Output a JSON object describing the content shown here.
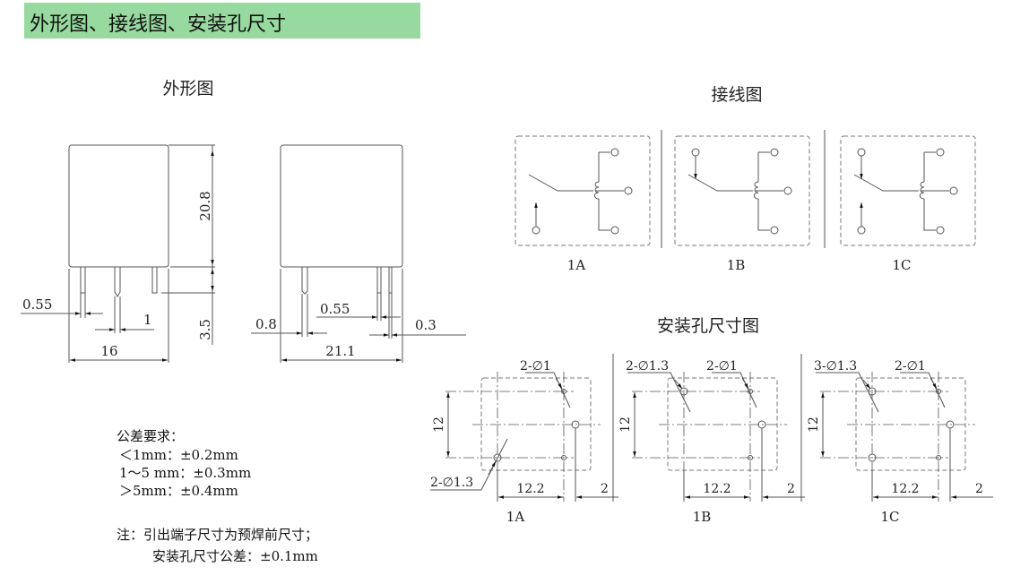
{
  "header": {
    "title": "外形图、接线图、安装孔尺寸",
    "background": "#98d9a0"
  },
  "outline": {
    "title": "外形图",
    "front": {
      "height": "20.8",
      "pin_length": "3.5",
      "pin_width": "0.55",
      "pin_gap": "1",
      "width": "16"
    },
    "side": {
      "pin_a": "0.8",
      "pin_width": "0.55",
      "pin_b": "0.3",
      "length": "21.1"
    }
  },
  "wiring": {
    "title": "接线图",
    "panels": [
      {
        "label": "1A"
      },
      {
        "label": "1B"
      },
      {
        "label": "1C"
      }
    ]
  },
  "holes": {
    "title": "安装孔尺寸图",
    "panels": [
      {
        "label": "1A",
        "callout_a": "2-∅1",
        "callout_b": "2-∅1.3",
        "dim_v": "12",
        "dim_h1": "12.2",
        "dim_h2": "2"
      },
      {
        "label": "1B",
        "callout_a": "2-∅1",
        "callout_b": "2-∅1.3",
        "dim_v": "12",
        "dim_h1": "12.2",
        "dim_h2": "2"
      },
      {
        "label": "1C",
        "callout_a": "2-∅1",
        "callout_b": "3-∅1.3",
        "dim_v": "12",
        "dim_h1": "12.2",
        "dim_h2": "2"
      }
    ]
  },
  "tolerance": {
    "title": "公差要求：",
    "lines": [
      "＜1mm：±0.2mm",
      "1～5 mm：±0.3mm",
      "＞5mm：±0.4mm"
    ]
  },
  "notes": [
    "注：引出端子尺寸为预焊前尺寸；",
    "安装孔尺寸公差：±0.1mm"
  ]
}
